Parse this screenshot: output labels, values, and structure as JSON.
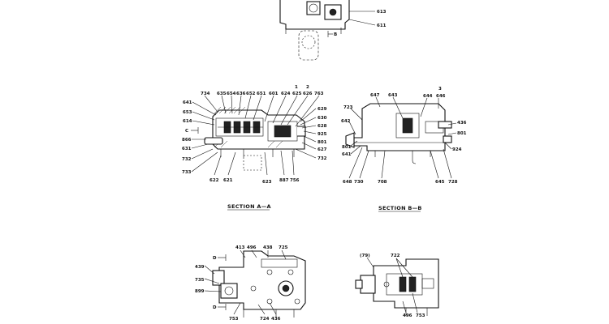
{
  "top_view": {
    "labels": {
      "l613": "613",
      "l611": "611",
      "cut_b": "B"
    }
  },
  "section_aa": {
    "title": "SECTION A—A",
    "labels": {
      "l734": "734",
      "l635": "635",
      "l654": "654",
      "l636": "636",
      "l652": "652",
      "l651": "651",
      "l601": "601",
      "l624": "624",
      "l625": "625",
      "l626": "626",
      "l763": "763",
      "l1": "1",
      "l2": "2",
      "l641": "641",
      "l653": "653",
      "l614": "614",
      "cut_c": "C",
      "l866": "866",
      "l631": "631",
      "l732a": "732",
      "l733": "733",
      "l629": "629",
      "l630": "630",
      "l628": "628",
      "l925": "925",
      "l801": "801",
      "l627": "627",
      "l732b": "732",
      "l622": "622",
      "l621": "621",
      "l623": "623",
      "l887": "887",
      "l756": "756"
    }
  },
  "section_bb": {
    "title": "SECTION B—B",
    "labels": {
      "l723": "723",
      "l647": "647",
      "l643": "643",
      "l3": "3",
      "l644": "644",
      "l646": "646",
      "l642": "642",
      "l436": "436",
      "l801a": "801",
      "l801b": "801",
      "l641": "641",
      "l924": "924",
      "l648": "648",
      "l730": "730",
      "l708": "708",
      "l645": "645",
      "l728": "728"
    }
  },
  "bottom_left": {
    "labels": {
      "l413": "413",
      "l496": "496",
      "l438": "438",
      "l725": "725",
      "l439": "439",
      "l735": "735",
      "l899": "899",
      "cut_d1": "D",
      "cut_d2": "D",
      "l753": "753",
      "l724": "724",
      "l436": "436"
    }
  },
  "bottom_right": {
    "labels": {
      "l79": "(79)",
      "l722": "722",
      "l753": "753",
      "l496": "496"
    }
  }
}
